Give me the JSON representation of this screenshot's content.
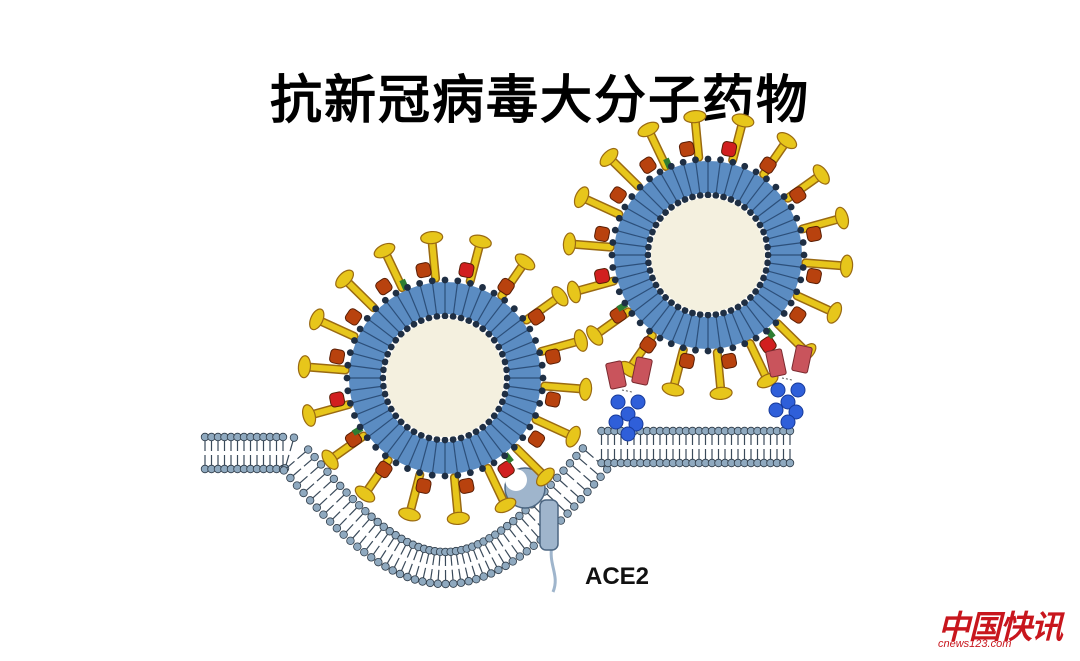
{
  "title": "抗新冠病毒大分子药物",
  "receptor_label": "ACE2",
  "logo": {
    "text": "中国快讯",
    "url": "cnews123.com"
  },
  "colors": {
    "membrane_head": "#8fa9bf",
    "membrane_tail": "#3a4a5a",
    "lipid_shell": "#5b8cc2",
    "virus_core": "#f4f0df",
    "spike_yellow": "#e7c61b",
    "spike_dark": "#9a6a12",
    "m_protein": "#b8420e",
    "e_protein": "#2e7d32",
    "antibody_heavy": "#c9545c",
    "antibody_light": "#2f5fd9",
    "ace2": "#9fb5cc",
    "logo_red": "#c8161d"
  },
  "icons": [
    "coronavirus-particle",
    "cell-membrane",
    "ace2-receptor",
    "antibody"
  ]
}
